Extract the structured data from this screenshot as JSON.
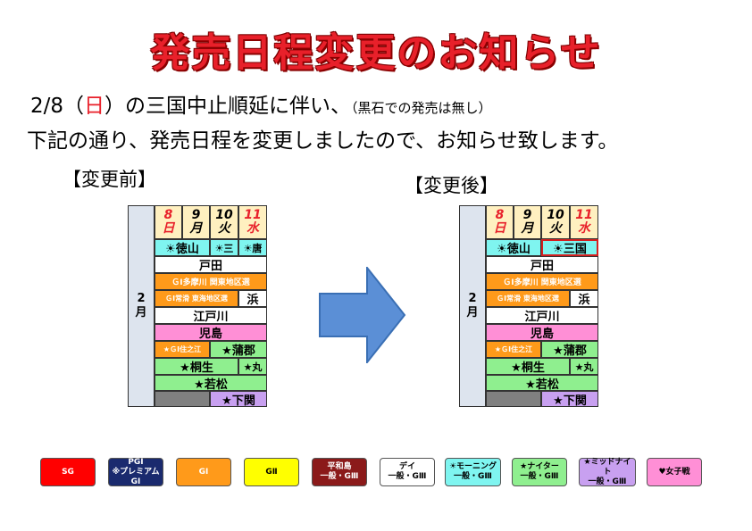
{
  "title": "発売日程変更のお知らせ",
  "notice": {
    "date_pre": "2/8（",
    "date_red": "日",
    "date_post": "）の三国中止順延に伴い、",
    "note": "（黒石での発売は無し）",
    "line2": "下記の通り、発売日程を変更しましたので、お知らせ致します。"
  },
  "before": {
    "label": "【変更前】",
    "month": [
      "2",
      "月"
    ],
    "days": [
      {
        "num": "8",
        "dow": "日",
        "red": true
      },
      {
        "num": "9",
        "dow": "月",
        "red": false
      },
      {
        "num": "10",
        "dow": "火",
        "red": false
      },
      {
        "num": "11",
        "dow": "水",
        "red": true
      }
    ],
    "rows": {
      "r1a": "☀徳山",
      "r1b": "☀三",
      "r1c": "☀唐",
      "r2": "戸田",
      "r3": "ＧⅠ多摩川 関東地区選",
      "r4a": "ＧⅠ常滑 東海地区選",
      "r4b": "浜",
      "r5": "江戸川",
      "r6": "児島",
      "r7a": "★ＧⅠ住之江",
      "r7b": "★蒲郡",
      "r8a": "★桐生",
      "r8b": "★丸",
      "r9": "★若松",
      "r10": "★下関"
    }
  },
  "after": {
    "label": "【変更後】",
    "month": [
      "2",
      "月"
    ],
    "days": [
      {
        "num": "8",
        "dow": "日",
        "red": true
      },
      {
        "num": "9",
        "dow": "月",
        "red": false
      },
      {
        "num": "10",
        "dow": "火",
        "red": false
      },
      {
        "num": "11",
        "dow": "水",
        "red": true
      }
    ],
    "rows": {
      "r1a": "☀徳山",
      "r1b": "☀三国",
      "r2": "戸田",
      "r3": "ＧⅠ多摩川 関東地区選",
      "r4a": "ＧⅠ常滑 東海地区選",
      "r4b": "浜",
      "r5": "江戸川",
      "r6": "児島",
      "r7a": "★ＧⅠ住之江",
      "r7b": "★蒲郡",
      "r8a": "★桐生",
      "r8b": "★丸",
      "r9": "★若松",
      "r10": "★下関"
    }
  },
  "legend": [
    {
      "l1": "SG",
      "l2": "",
      "bg": "#ff0000",
      "fg": "#ffffff"
    },
    {
      "l1": "PGⅠ",
      "l2": "※プレミアムGⅠ",
      "bg": "#1a2a6e",
      "fg": "#ffffff"
    },
    {
      "l1": "GⅠ",
      "l2": "",
      "bg": "#ff9a1a",
      "fg": "#ffffff"
    },
    {
      "l1": "GⅡ",
      "l2": "",
      "bg": "#ffff00",
      "fg": "#000000"
    },
    {
      "l1": "平和島",
      "l2": "一般・GⅢ",
      "bg": "#8b1a1a",
      "fg": "#ffffff"
    },
    {
      "l1": "デイ",
      "l2": "一般・GⅢ",
      "bg": "#ffffff",
      "fg": "#000000"
    },
    {
      "l1": "☀モーニング",
      "l2": "一般・GⅢ",
      "bg": "#7ff5f0",
      "fg": "#000000"
    },
    {
      "l1": "★ナイター",
      "l2": "一般・GⅢ",
      "bg": "#8fef8f",
      "fg": "#000000"
    },
    {
      "l1": "★ミッドナイト",
      "l2": "一般・GⅢ",
      "bg": "#c8a0f0",
      "fg": "#000000"
    },
    {
      "l1": "♥女子戦",
      "l2": "",
      "bg": "#ff8fd6",
      "fg": "#000000"
    }
  ],
  "colors": {
    "sg": "#ff0000",
    "g1": "#ff9a1a",
    "white": "#ffffff",
    "morning": "#7ff5f0",
    "nighter": "#8fef8f",
    "midnight": "#c8a0f0",
    "ladies": "#ff8fd6",
    "day_header": "#fff0c0",
    "blank": "#808080",
    "month_col": "#dde4ee",
    "arrow": "#5b8fd6"
  }
}
